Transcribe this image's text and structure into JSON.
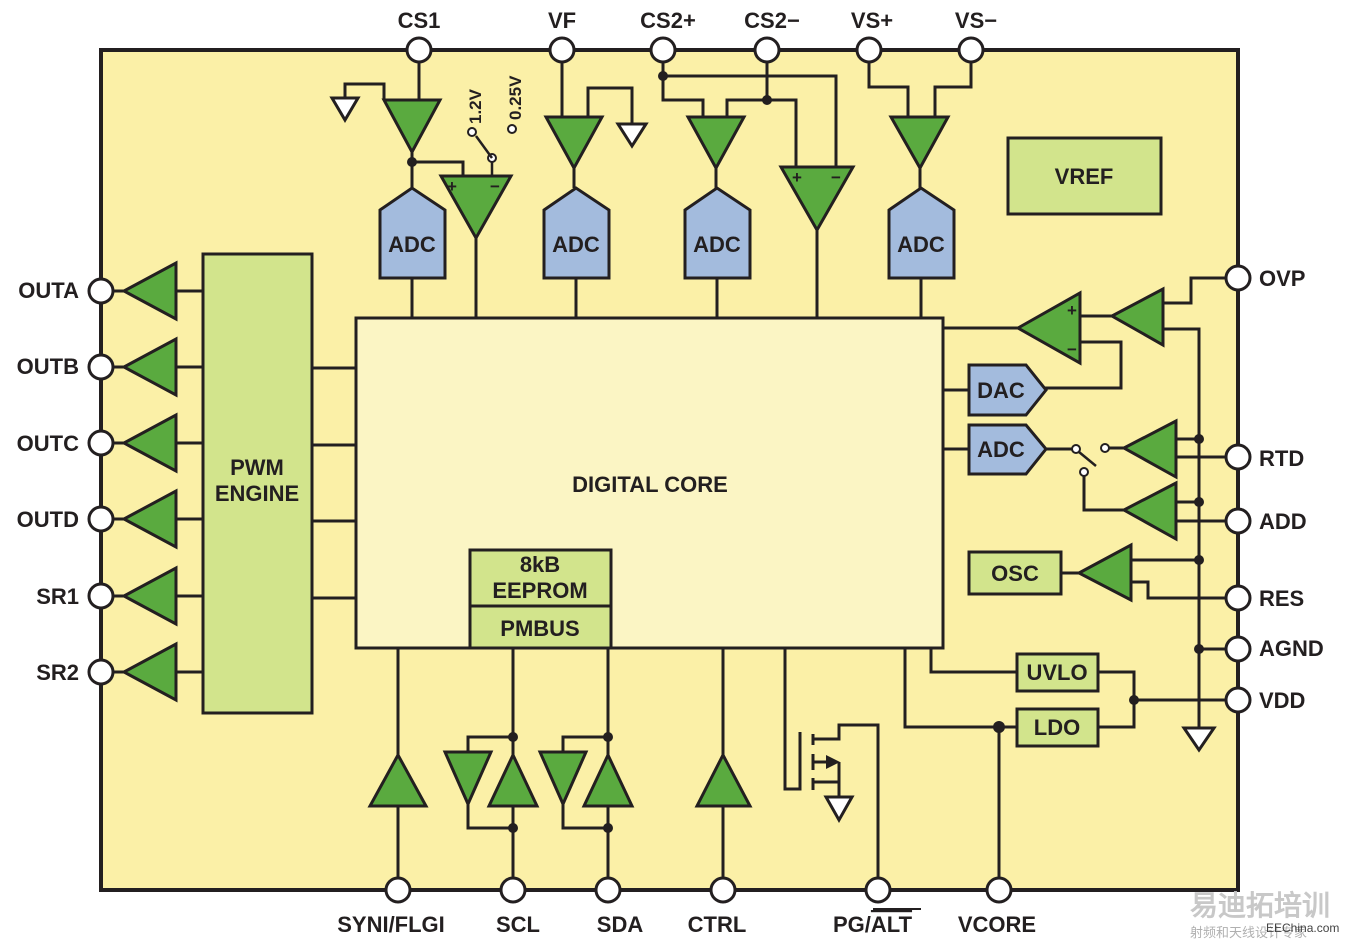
{
  "diagram": {
    "title": "Digital power controller block diagram",
    "colors": {
      "chip_fill": "#fbf0a7",
      "core_fill": "#fbf5c4",
      "block_green": "#d2e48c",
      "amp_green": "#5aaa3f",
      "converter_blue": "#a3bbdd",
      "line": "#231f20"
    },
    "top_pins": [
      "CS1",
      "VF",
      "CS2+",
      "CS2−",
      "VS+",
      "VS−"
    ],
    "left_pins": [
      "OUTA",
      "OUTB",
      "OUTC",
      "OUTD",
      "SR1",
      "SR2"
    ],
    "right_pins": [
      "OVP",
      "RTD",
      "ADD",
      "RES",
      "AGND",
      "VDD"
    ],
    "bottom_pins": [
      "SYNI/FLGI",
      "SCL",
      "SDA",
      "CTRL",
      "PG/",
      "ALT",
      "VCORE"
    ],
    "blocks": {
      "pwm_line1": "PWM",
      "pwm_line2": "ENGINE",
      "core": "DIGITAL CORE",
      "eeprom_line1": "8kB",
      "eeprom_line2": "EEPROM",
      "pmbus": "PMBUS",
      "adc": "ADC",
      "dac": "DAC",
      "vref": "VREF",
      "osc": "OSC",
      "uvlo": "UVLO",
      "ldo": "LDO"
    },
    "references": [
      "1.2V",
      "0.25V"
    ],
    "opamp_signs": [
      "+",
      "−"
    ]
  },
  "watermark": {
    "brand": "易迪拓培训",
    "tagline": "射频和天线设计专家",
    "site": "EEChina.com"
  }
}
